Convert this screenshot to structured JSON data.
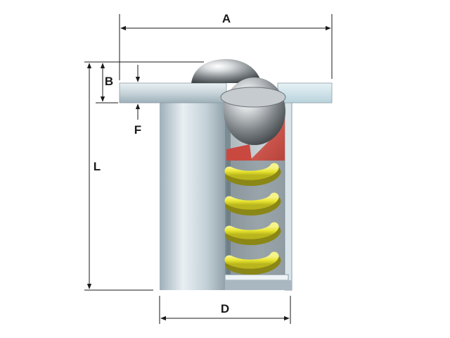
{
  "labels": {
    "a": "A",
    "b": "B",
    "f": "F",
    "l": "L",
    "d": "D"
  },
  "colors": {
    "body_light": "#e4ecf0",
    "body_mid": "#b4c3cb",
    "body_dark": "#8c9ba4",
    "insert_red": "#d65a50",
    "spring_yellow": "#e8e430",
    "ball_steel": "#9aa0a4",
    "dimension_line": "#1a1a1a"
  }
}
